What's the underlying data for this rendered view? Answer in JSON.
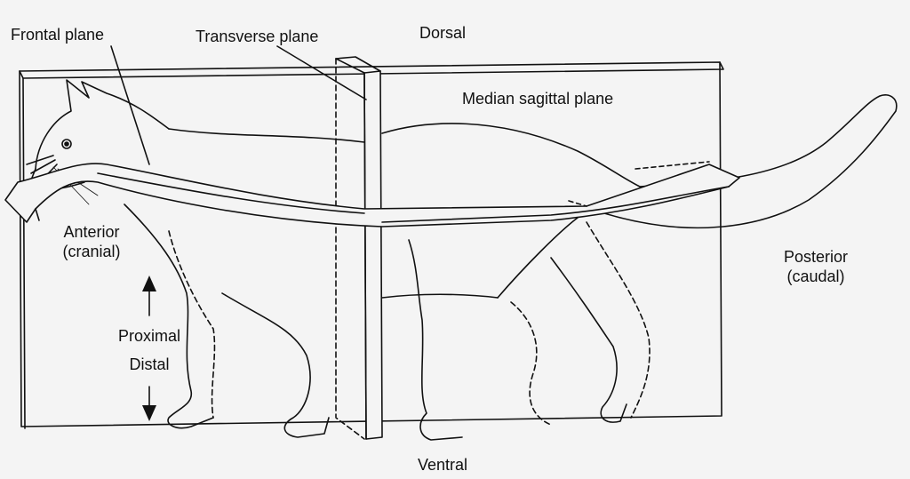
{
  "labels": {
    "frontal_plane": "Frontal plane",
    "transverse_plane": "Transverse plane",
    "dorsal": "Dorsal",
    "median_sagittal_plane": "Median sagittal plane",
    "anterior": "Anterior",
    "cranial": "(cranial)",
    "posterior": "Posterior",
    "caudal": "(caudal)",
    "proximal": "Proximal",
    "distal": "Distal",
    "ventral": "Ventral"
  },
  "icons": {
    "proximal_arrow": "arrow-up-icon",
    "distal_arrow": "arrow-down-icon"
  },
  "colors": {
    "ink": "#111111",
    "paper": "#f4f4f4"
  }
}
